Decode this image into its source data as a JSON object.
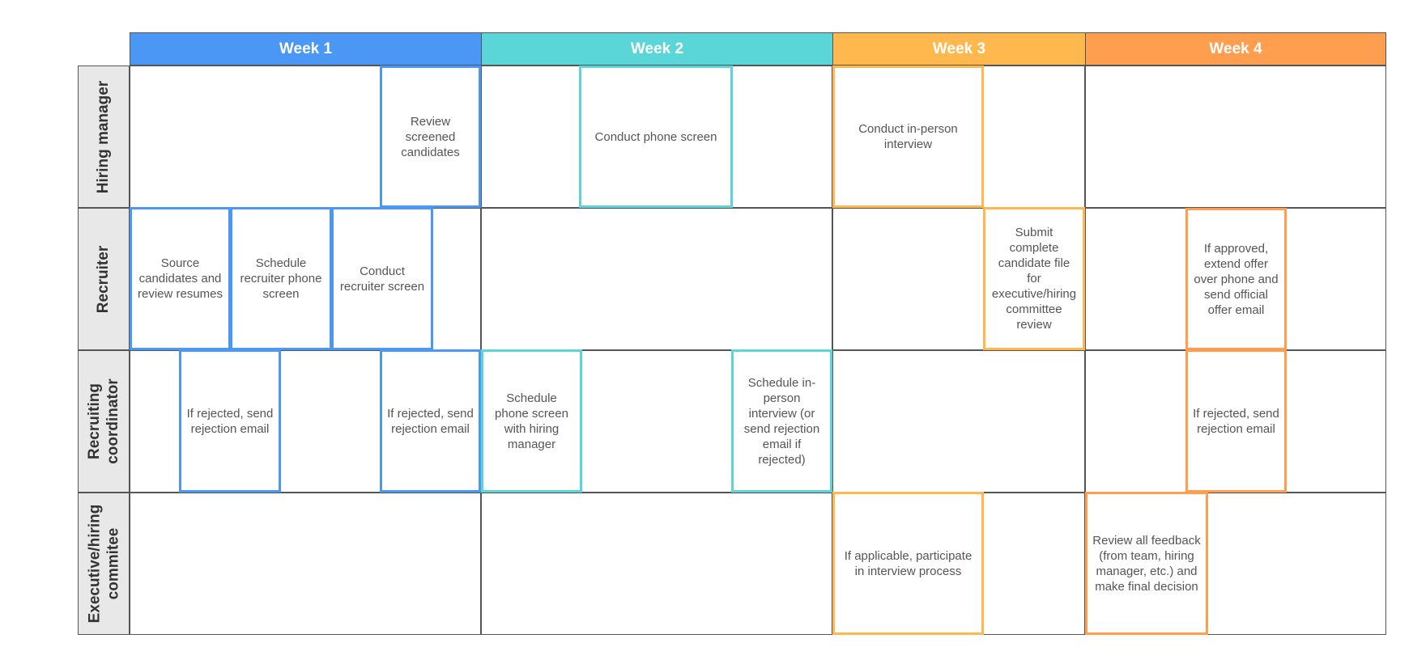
{
  "weeks": [
    {
      "label": "Week 1",
      "color": "#4a97f5"
    },
    {
      "label": "Week 2",
      "color": "#5ad5d8"
    },
    {
      "label": "Week 3",
      "color": "#ffb84d"
    },
    {
      "label": "Week 4",
      "color": "#ff9e4f"
    }
  ],
  "lanes": [
    {
      "label": "Hiring manager"
    },
    {
      "label": "Recruiter"
    },
    {
      "label": "Recruiting coordinator"
    },
    {
      "label": "Executive/hiring committee"
    }
  ],
  "lanes_display": [
    "Hiring manager",
    "Recruiter",
    "Recruiting\ncoordinator",
    "Executive/hiring\ncommitee"
  ],
  "tasks": {
    "review_screened": "Review screened candidates",
    "conduct_phone_screen": "Conduct phone screen",
    "conduct_inperson": "Conduct in-person interview",
    "source_candidates": "Source candidates and review resumes",
    "schedule_recruiter_phone": "Schedule recruiter phone screen",
    "conduct_recruiter_screen": "Conduct recruiter screen",
    "submit_file": "Submit complete candidate file for executive/hiring committee review",
    "extend_offer": "If approved, extend offer over phone and send official offer email",
    "rejected_1": "If rejected, send rejection email",
    "rejected_2": "If rejected, send rejection email",
    "schedule_phone_hm": "Schedule phone screen with hiring manager",
    "schedule_inperson": "Schedule in-person interview (or send rejection email if rejected)",
    "rejected_3": "If rejected, send rejection email",
    "participate_interview": "If applicable, participate in interview process",
    "final_decision": "Review all feedback (from team, hiring manager, etc.) and make final decision"
  }
}
